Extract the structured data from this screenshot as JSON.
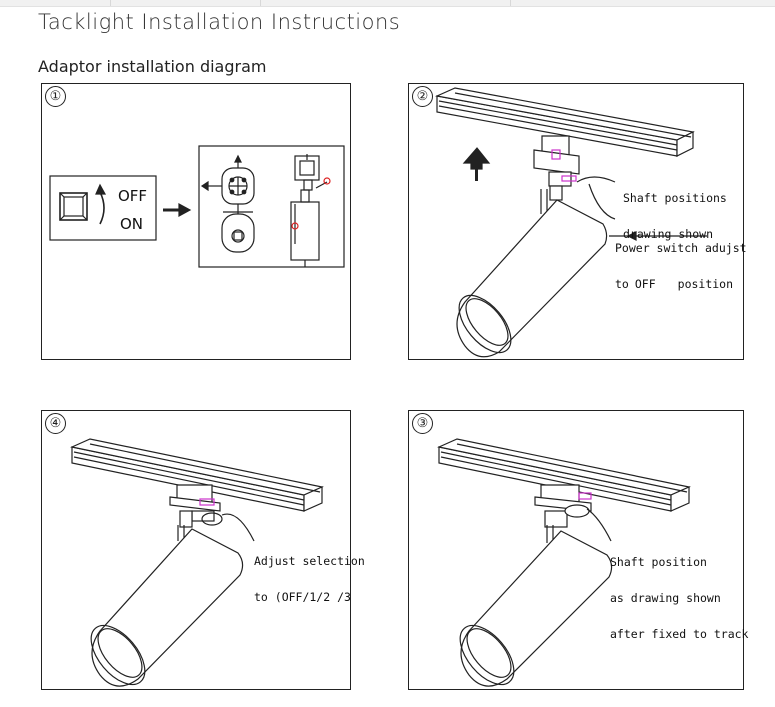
{
  "title": "Tacklight Installation Instructions",
  "section": "Adaptor installation diagram",
  "panels": {
    "p1": {
      "number": "①",
      "switch_labels": {
        "off": "OFF",
        "on": "ON"
      }
    },
    "p2": {
      "number": "②",
      "callouts": {
        "shaft_line1": "Shaft positions",
        "shaft_line2": "drawing shown",
        "power_line1": "Power switch adujst",
        "power_line2_prefix": "to",
        "power_line2_off": "OFF",
        "power_line2_suffix": "position"
      }
    },
    "p4": {
      "number": "④",
      "callouts": {
        "line1": "Adjust selection",
        "line2": "to (OFF/1/2 /3"
      }
    },
    "p3": {
      "number": "③",
      "callouts": {
        "line1": "Shaft position",
        "line2": "as drawing shown",
        "line3": "after fixed to track"
      }
    }
  },
  "colors": {
    "line": "#222222",
    "highlight": "#cc33cc",
    "marker": "#dd2222"
  }
}
